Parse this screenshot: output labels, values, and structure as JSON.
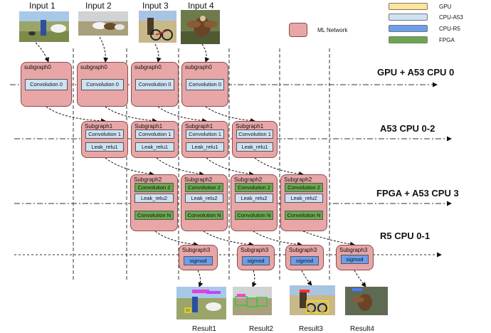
{
  "legend": {
    "gpu": "GPU",
    "cpu_a53": "CPU-A53",
    "cpu_r5": "CPU-R5",
    "fpga": "FPGA",
    "ml_network": "ML Network"
  },
  "colors": {
    "gpu": "#ffe599",
    "cpu_a53": "#cfe2f3",
    "cpu_r5": "#6d9eeb",
    "fpga": "#6aa84f",
    "ml_network": "#e8a6a6"
  },
  "inputs": [
    "Input 1",
    "Input 2",
    "Input 3",
    "Input 4"
  ],
  "results": [
    "Result1",
    "Result2",
    "Result3",
    "Result4"
  ],
  "rows": [
    "GPU + A53 CPU 0",
    "A53 CPU 0-2",
    "FPGA + A53 CPU 3",
    "R5 CPU 0-1"
  ],
  "subgraph0": {
    "title": "subgraph0",
    "ops": [
      "Convolution 0"
    ]
  },
  "subgraph1": {
    "title": "Subgraph1",
    "ops": [
      "Convolution 1",
      "Leak_relu1"
    ]
  },
  "subgraph2": {
    "title": "Subgraph2",
    "ops": [
      "Convolution 2",
      "Leak_relu2",
      "Convolution N"
    ]
  },
  "subgraph3": {
    "title": "Subgraph3",
    "ops": [
      "sigmod"
    ]
  }
}
